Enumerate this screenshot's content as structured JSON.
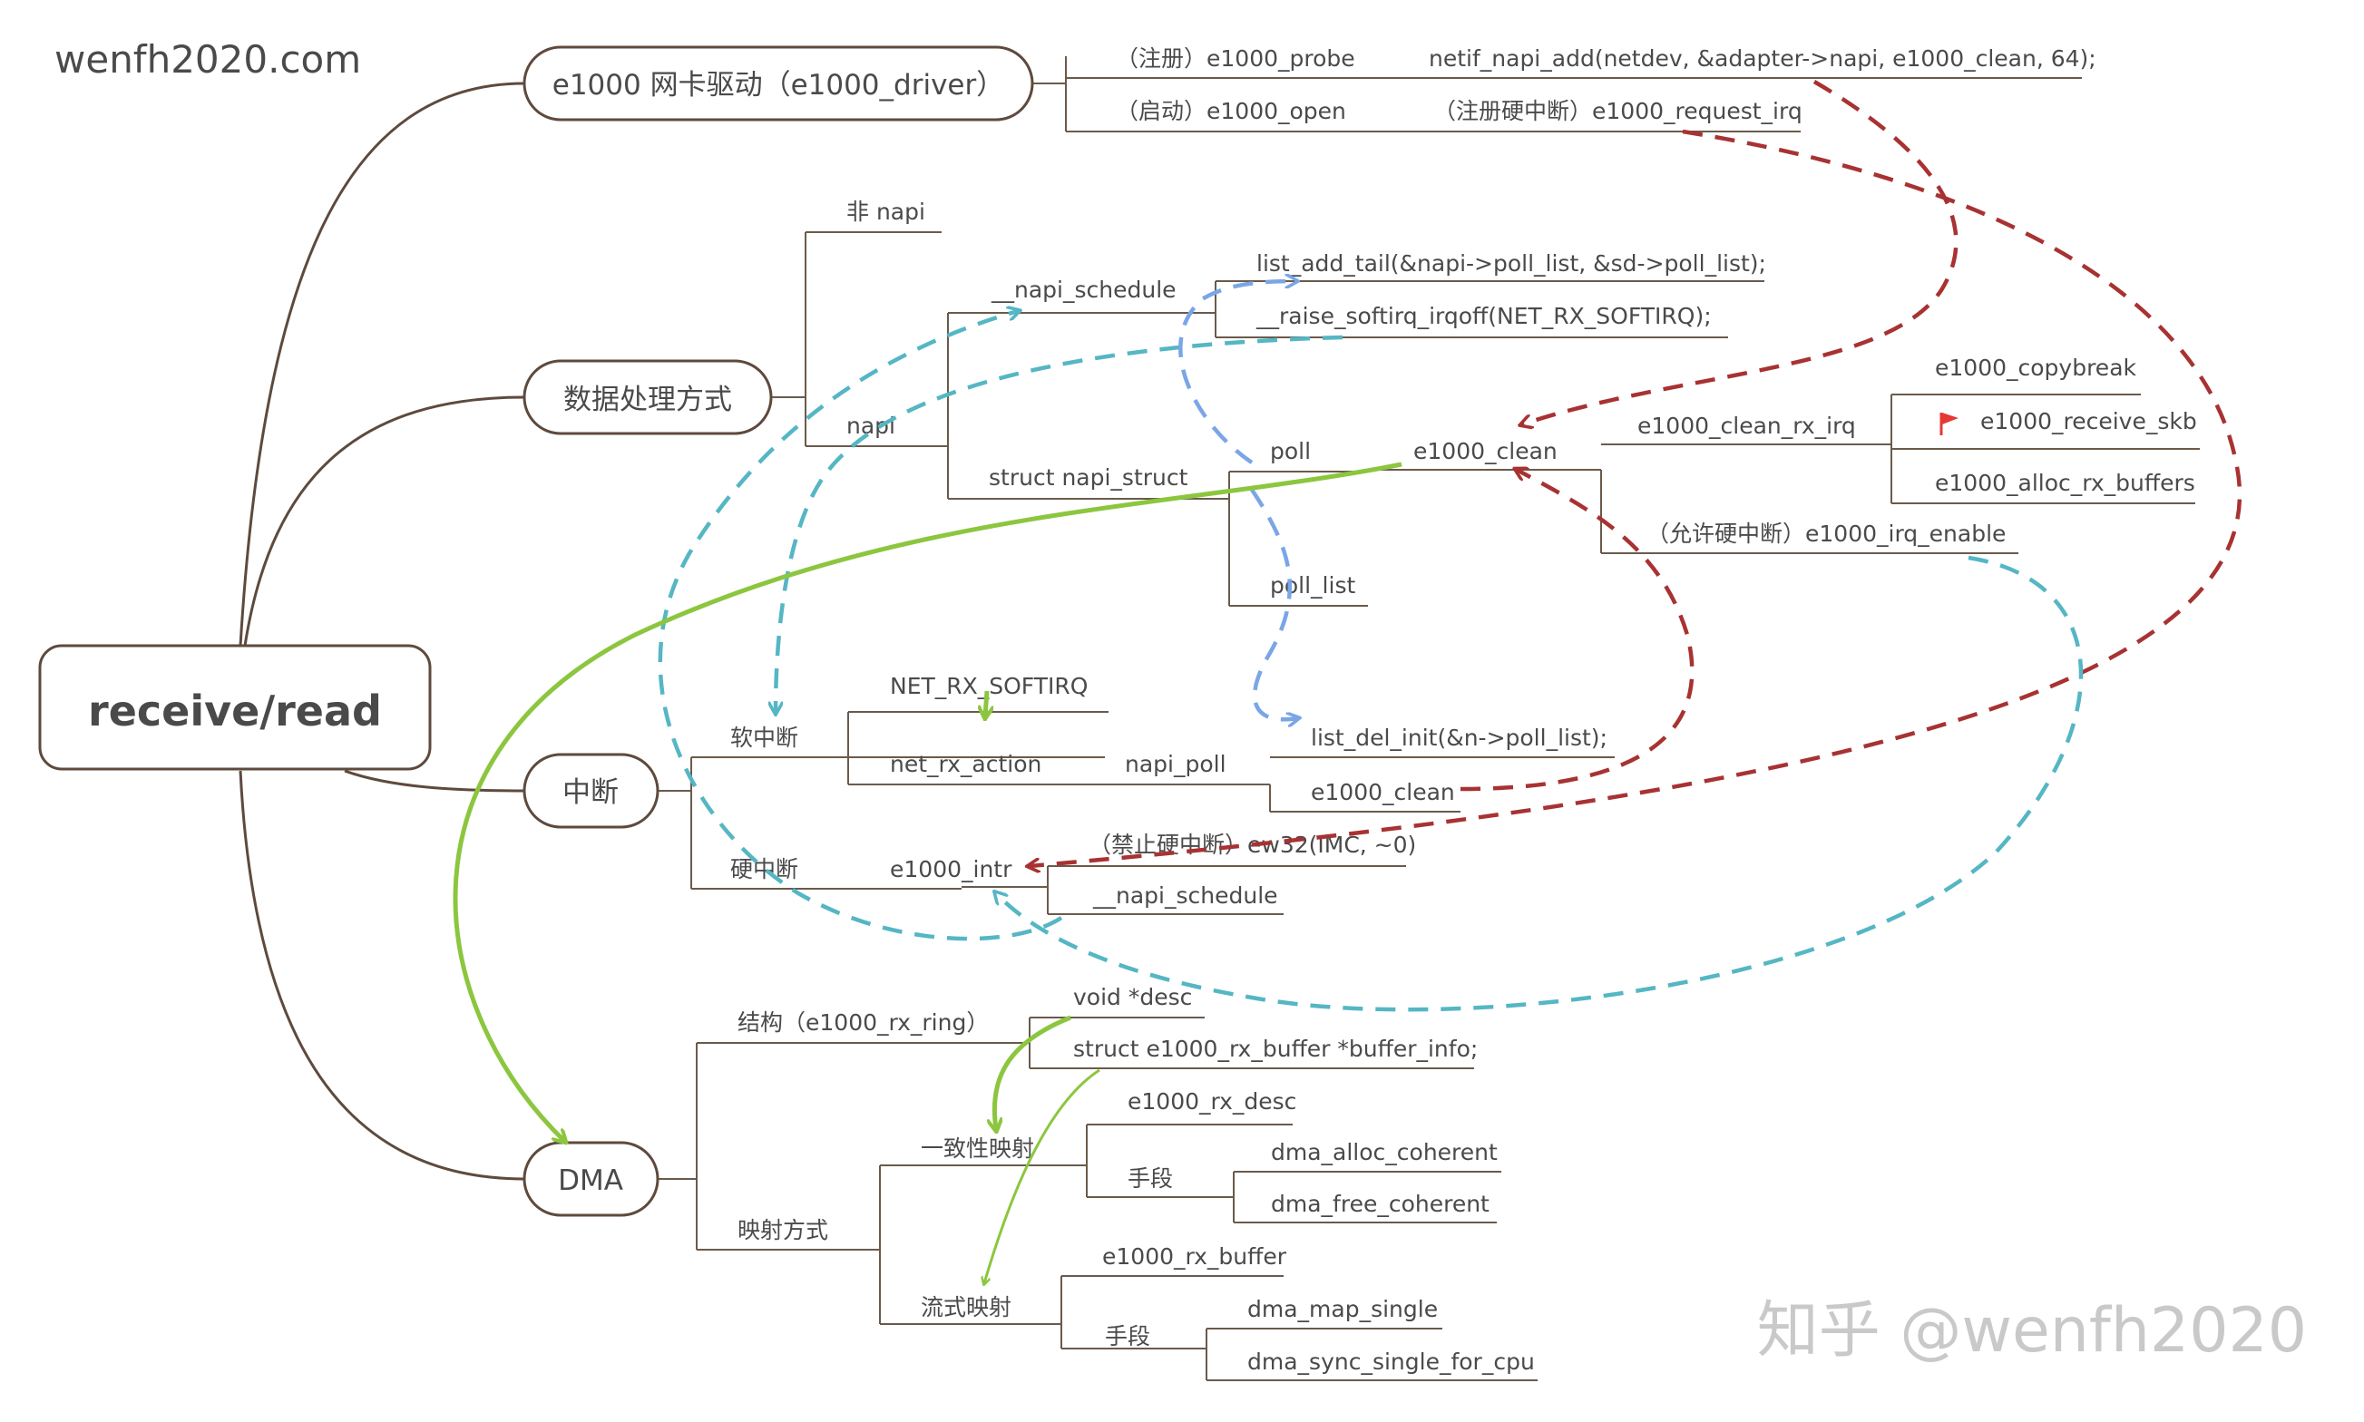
{
  "site": "wenfh2020.com",
  "watermark": "知乎 @wenfh2020",
  "root": "receive/read",
  "driver": {
    "title": "e1000 网卡驱动（e1000_driver）",
    "probe": "（注册）e1000_probe",
    "probe_detail": "netif_napi_add(netdev, &adapter->napi, e1000_clean, 64);",
    "open": "（启动）e1000_open",
    "open_detail": "（注册硬中断）e1000_request_irq"
  },
  "processing": {
    "title": "数据处理方式",
    "non_napi": "非 napi",
    "napi": "napi",
    "napi_schedule": "__napi_schedule",
    "list_add_tail": "list_add_tail(&napi->poll_list, &sd->poll_list);",
    "raise_softirq": "__raise_softirq_irqoff(NET_RX_SOFTIRQ);",
    "napi_struct": "struct napi_struct",
    "poll": "poll",
    "poll_list": "poll_list",
    "e1000_clean": "e1000_clean",
    "clean_rx_irq": "e1000_clean_rx_irq",
    "copybreak": "e1000_copybreak",
    "receive_skb": "e1000_receive_skb",
    "alloc_rx_buffers": "e1000_alloc_rx_buffers",
    "irq_enable": "（允许硬中断）e1000_irq_enable"
  },
  "interrupt": {
    "title": "中断",
    "soft": "软中断",
    "net_rx_softirq": "NET_RX_SOFTIRQ",
    "net_rx_action": "net_rx_action",
    "napi_poll": "napi_poll",
    "list_del_init": "list_del_init(&n->poll_list);",
    "e1000_clean": "e1000_clean",
    "hard": "硬中断",
    "e1000_intr": "e1000_intr",
    "ew32": "（禁止硬中断）ew32(IMC, ~0)",
    "napi_schedule": "__napi_schedule"
  },
  "dma": {
    "title": "DMA",
    "structure": "结构（e1000_rx_ring）",
    "void_desc": "void *desc",
    "buffer_info": "struct e1000_rx_buffer *buffer_info;",
    "mapping": "映射方式",
    "coherent": "一致性映射",
    "rx_desc": "e1000_rx_desc",
    "coherent_means": "手段",
    "dma_alloc_coherent": "dma_alloc_coherent",
    "dma_free_coherent": "dma_free_coherent",
    "streaming": "流式映射",
    "rx_buffer": "e1000_rx_buffer",
    "streaming_means": "手段",
    "dma_map_single": "dma_map_single",
    "dma_sync_single_for_cpu": "dma_sync_single_for_cpu"
  },
  "colors": {
    "tree": "#6b5a4b",
    "red_arrow": "#a83232",
    "teal_arrow": "#55b6c4",
    "blue_arrow": "#7aa6e6",
    "green_arrow": "#8cc63f",
    "flag": "#e53935"
  }
}
